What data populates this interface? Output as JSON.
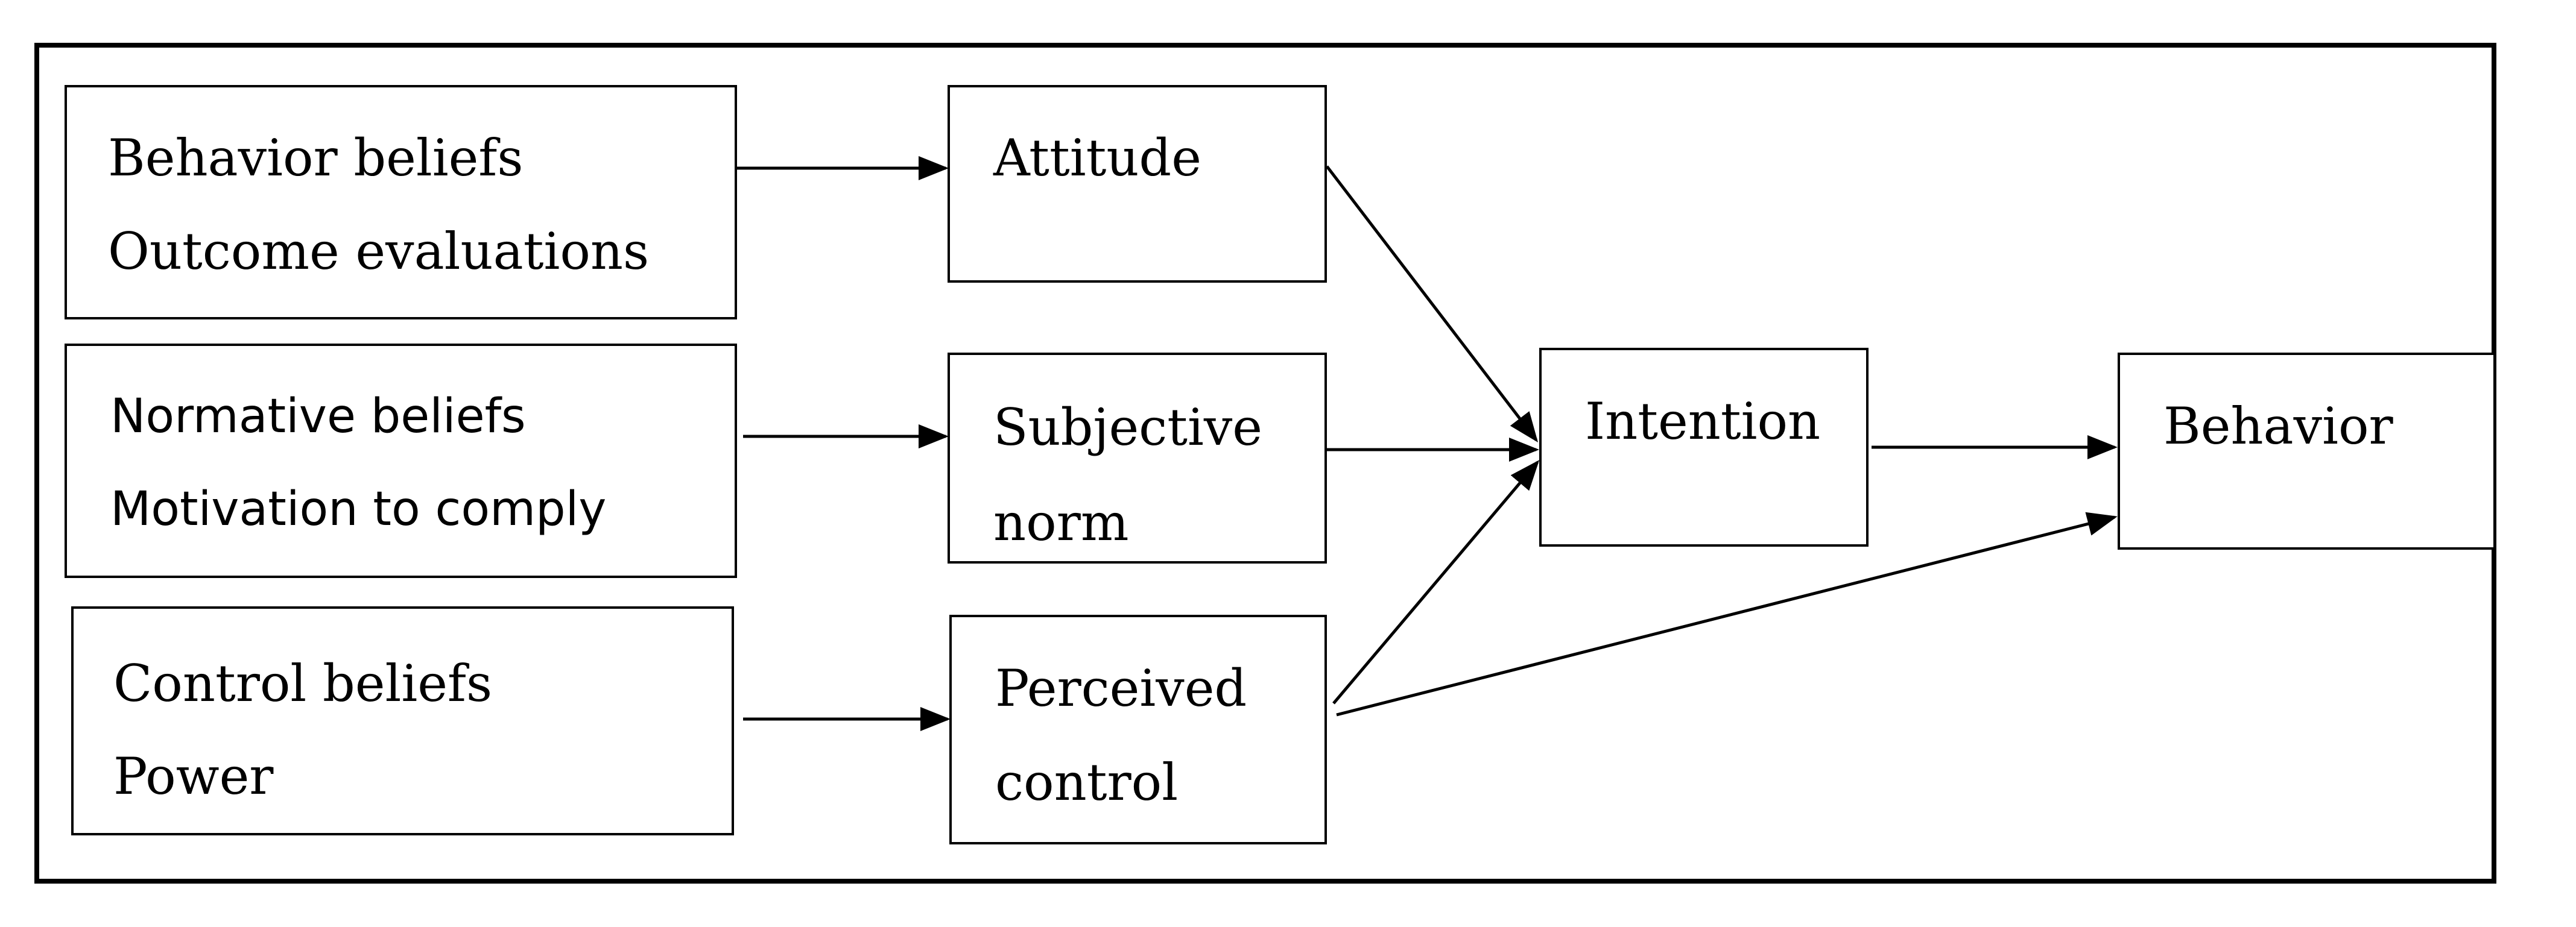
{
  "diagram": {
    "beliefs": {
      "behavioral": {
        "line1": "Behavior beliefs",
        "line2": "Outcome evaluations"
      },
      "normative": {
        "line1": "Normative beliefs",
        "line2": "Motivation to comply"
      },
      "control": {
        "line1": "Control beliefs",
        "line2": "Power"
      }
    },
    "constructs": {
      "attitude": {
        "line1": "Attitude"
      },
      "subjective_norm": {
        "line1": "Subjective",
        "line2": "norm"
      },
      "perceived_control": {
        "line1": "Perceived",
        "line2": "control"
      }
    },
    "intention": {
      "label": "Intention"
    },
    "behavior": {
      "label": "Behavior"
    }
  }
}
